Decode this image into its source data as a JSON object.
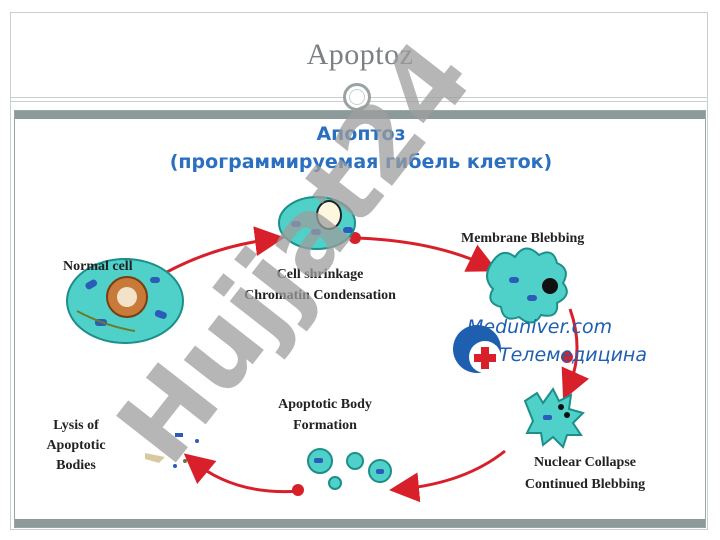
{
  "slide": {
    "title": "Apoptoz"
  },
  "figure": {
    "title_line1": "Апоптоз",
    "title_line2": "(программируемая гибель клеток)",
    "stages": {
      "normal_cell": "Normal cell",
      "shrinkage_line1": "Cell shrinkage",
      "shrinkage_line2": "Chromatin Condensation",
      "blebbing": "Membrane Blebbing",
      "collapse_line1": "Nuclear Collapse",
      "collapse_line2": "Continued Blebbing",
      "body_line1": "Apoptotic Body",
      "body_line2": "Formation",
      "lysis_line1": "Lysis of",
      "lysis_line2": "Apoptotic",
      "lysis_line3": "Bodies"
    },
    "site_logo": {
      "line1": "Meduniver.com",
      "line2": "Телемедицина"
    },
    "colors": {
      "cell_fill": "#4fd0c8",
      "cell_stroke": "#1c8f8a",
      "organelle": "#2b5cb8",
      "nucleus": "#b5651d",
      "arrow": "#d8202a",
      "title": "#2a6fc0"
    }
  },
  "watermark": {
    "text": "Hujjat24"
  }
}
